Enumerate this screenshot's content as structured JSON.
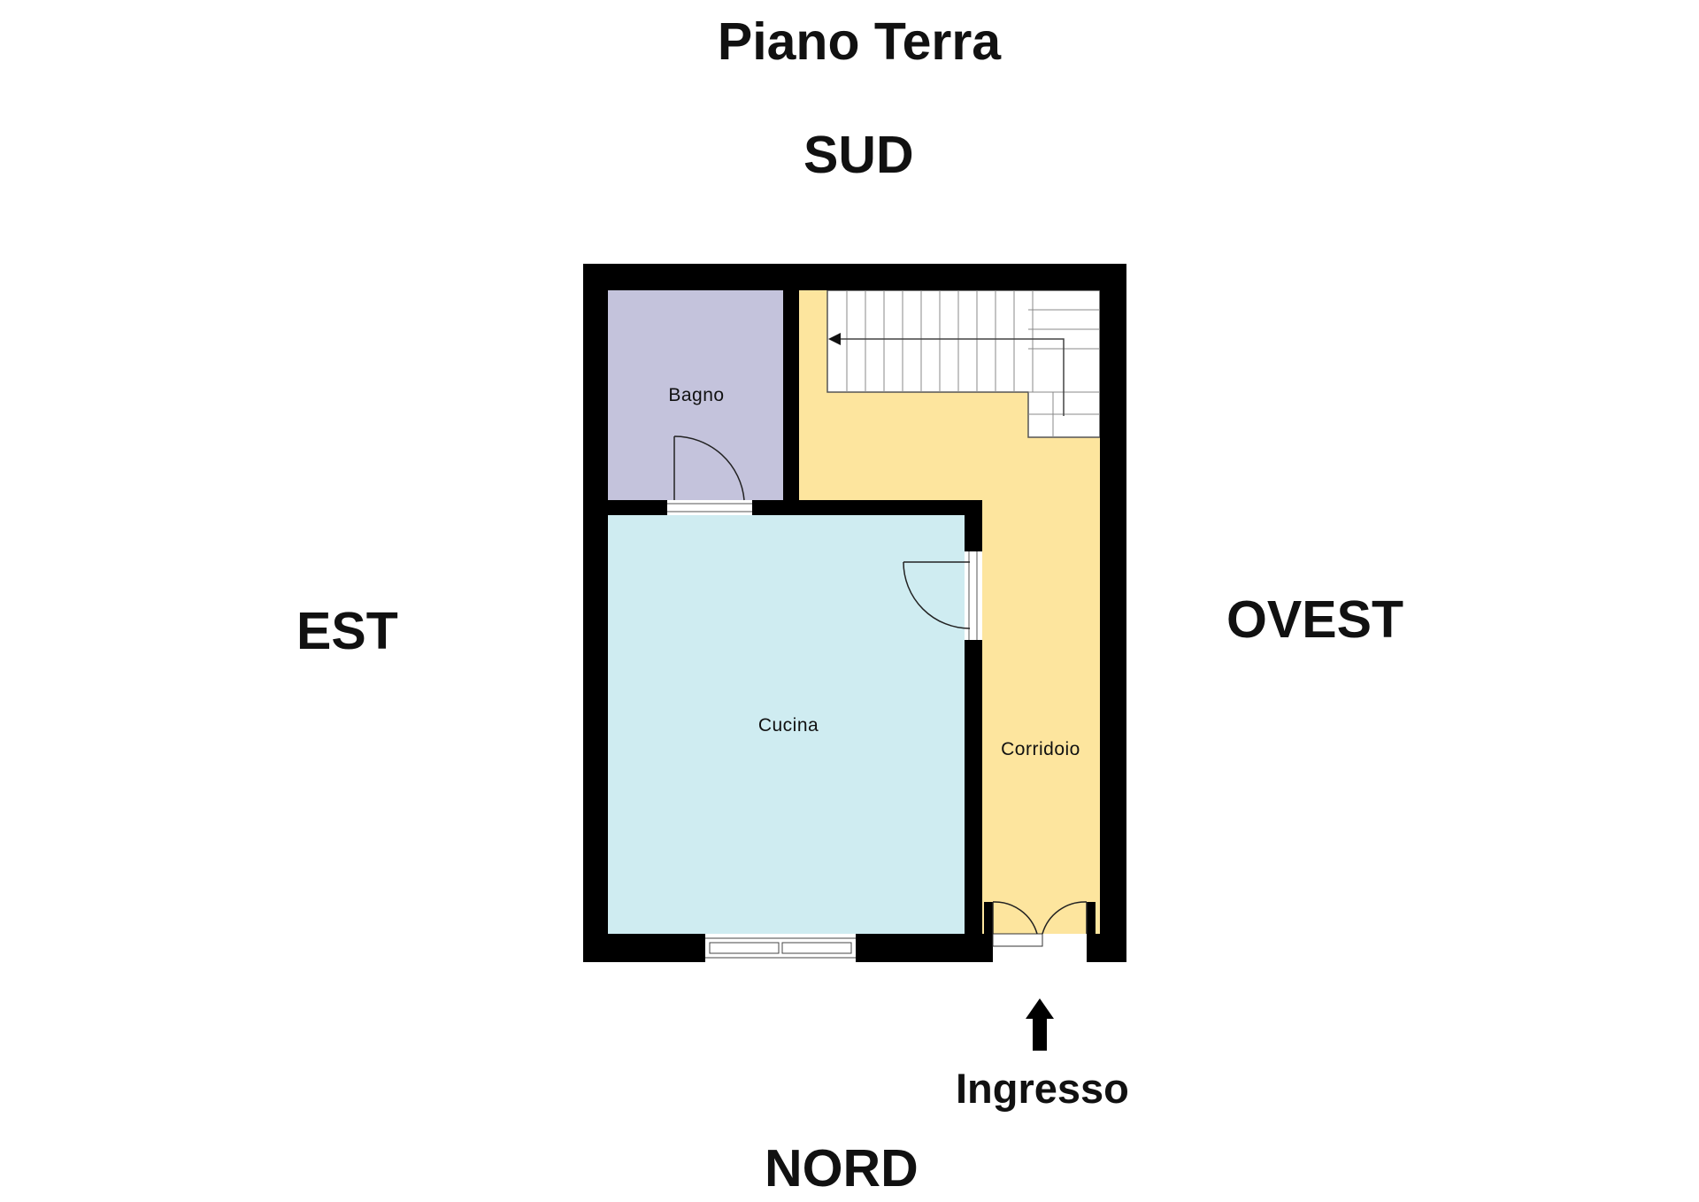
{
  "title": "Piano Terra",
  "directions": {
    "south": "SUD",
    "east": "EST",
    "west": "OVEST",
    "north": "NORD"
  },
  "entrance": {
    "label": "Ingresso",
    "icon": "arrow-up-icon"
  },
  "rooms": [
    {
      "id": "bagno",
      "label": "Bagno",
      "color": "#c4c3dc"
    },
    {
      "id": "cucina",
      "label": "Cucina",
      "color": "#cfecf1"
    },
    {
      "id": "corridoio",
      "label": "Corridoio",
      "color": "#fde59e"
    }
  ],
  "colors": {
    "wall": "#000000",
    "stairs": "#ffffff"
  }
}
